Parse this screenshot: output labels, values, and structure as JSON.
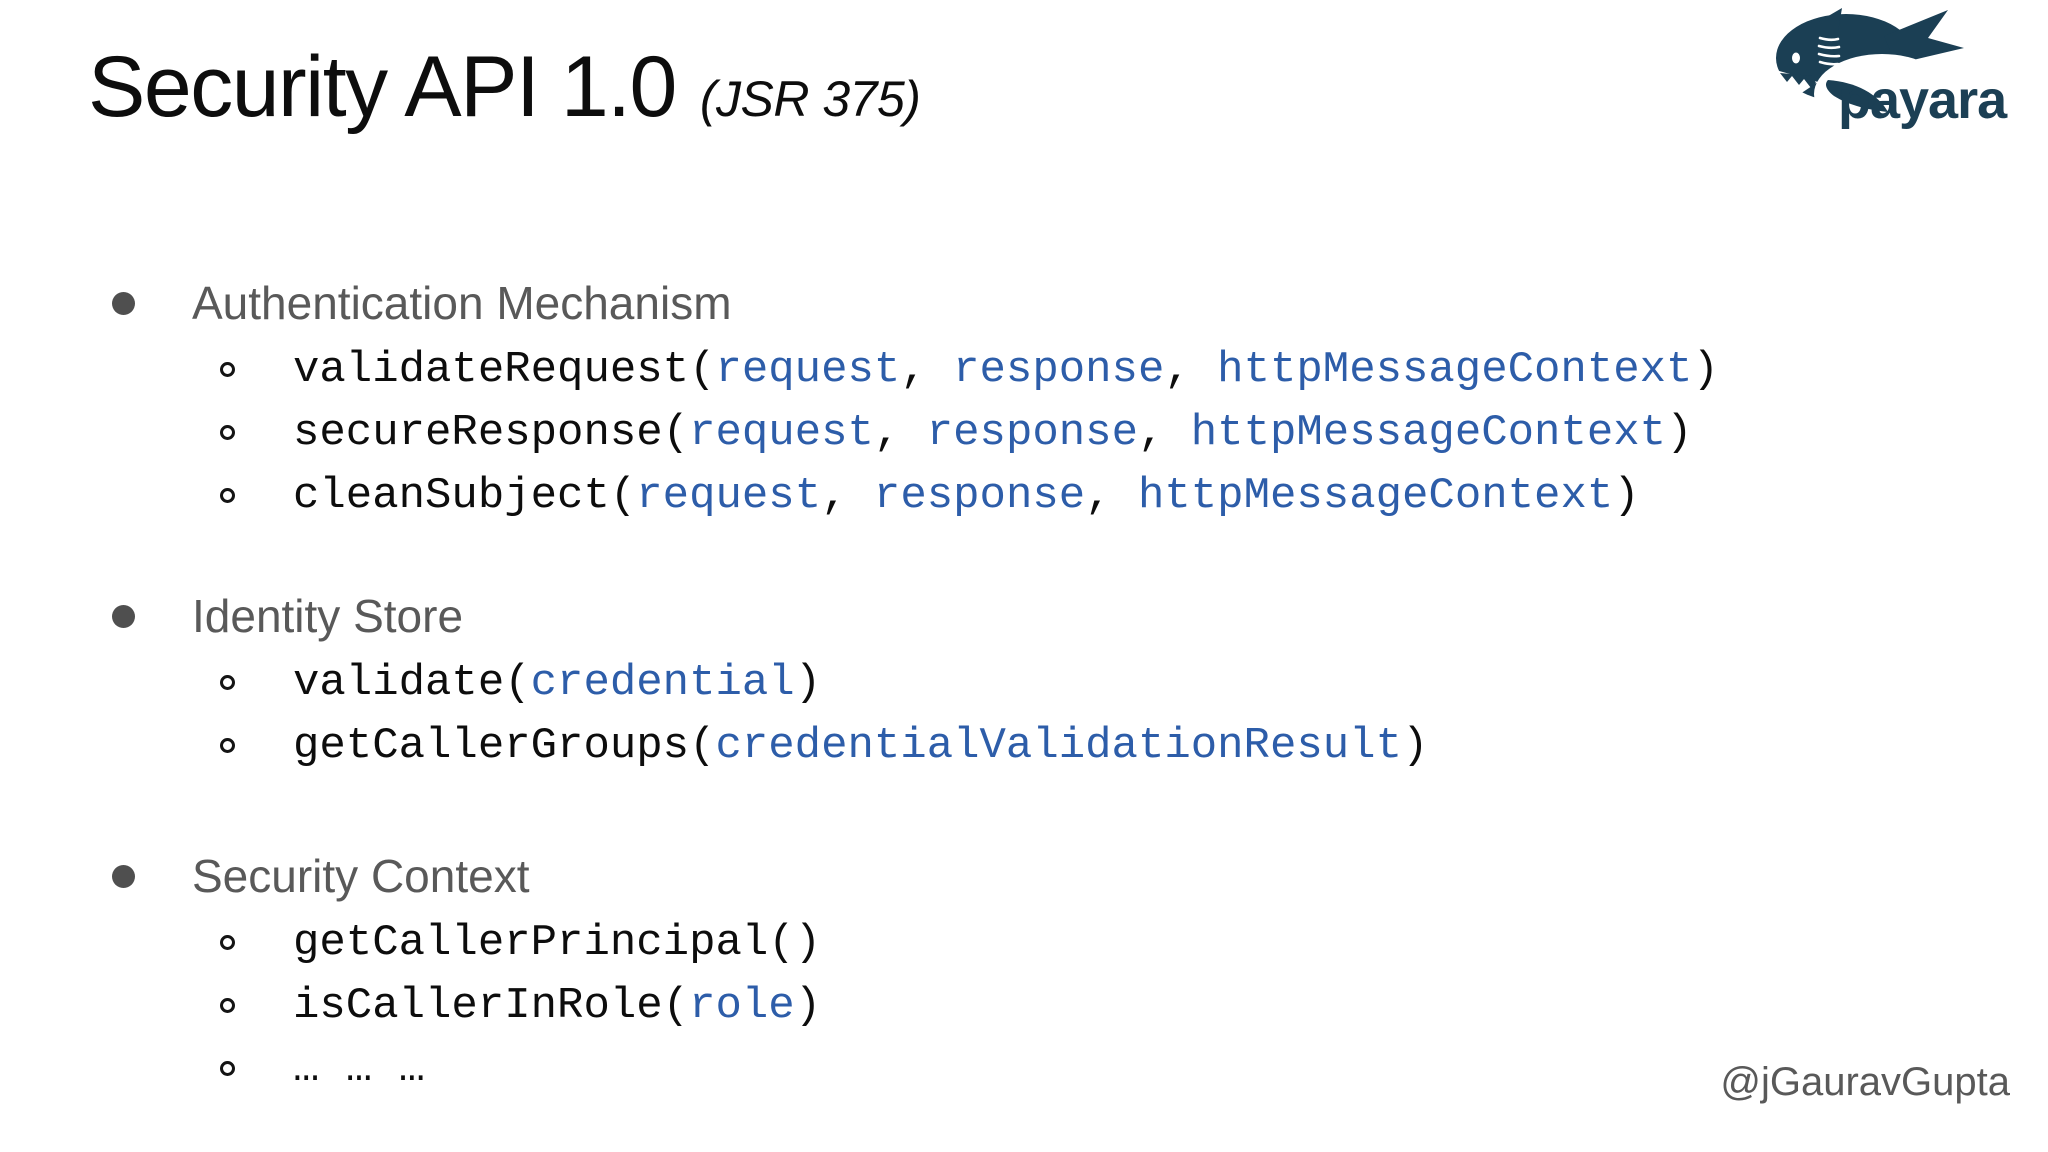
{
  "title": {
    "text": "Security API 1.0",
    "suffix": "(JSR 375)"
  },
  "logo": {
    "brand": "payara",
    "fish_icon": "payara-fish-icon",
    "color": "#1b3f54"
  },
  "footer": {
    "handle": "@jGauravGupta"
  },
  "colors": {
    "background": "#ffffff",
    "heading": "#595959",
    "bullet": "#4f4f4f",
    "code": "#0d0d0d",
    "param": "#2d5da9",
    "brand": "#1b3f54"
  },
  "sections": [
    {
      "heading": "Authentication Mechanism",
      "items": [
        [
          [
            "validateRequest(",
            "k"
          ],
          [
            "request",
            "p"
          ],
          [
            ", ",
            "k"
          ],
          [
            "response",
            "p"
          ],
          [
            ", ",
            "k"
          ],
          [
            "httpMessageContext",
            "p"
          ],
          [
            ")",
            "k"
          ]
        ],
        [
          [
            "secureResponse(",
            "k"
          ],
          [
            "request",
            "p"
          ],
          [
            ", ",
            "k"
          ],
          [
            "response",
            "p"
          ],
          [
            ", ",
            "k"
          ],
          [
            "httpMessageContext",
            "p"
          ],
          [
            ")",
            "k"
          ]
        ],
        [
          [
            "cleanSubject(",
            "k"
          ],
          [
            "request",
            "p"
          ],
          [
            ", ",
            "k"
          ],
          [
            "response",
            "p"
          ],
          [
            ", ",
            "k"
          ],
          [
            "httpMessageContext",
            "p"
          ],
          [
            ")",
            "k"
          ]
        ]
      ]
    },
    {
      "heading": "Identity Store",
      "items": [
        [
          [
            "validate(",
            "k"
          ],
          [
            "credential",
            "p"
          ],
          [
            ")",
            "k"
          ]
        ],
        [
          [
            "getCallerGroups(",
            "k"
          ],
          [
            "credentialValidationResult",
            "p"
          ],
          [
            ")",
            "k"
          ]
        ]
      ]
    },
    {
      "heading": "Security Context",
      "items": [
        [
          [
            "getCallerPrincipal()",
            "k"
          ]
        ],
        [
          [
            "isCallerInRole(",
            "k"
          ],
          [
            "role",
            "p"
          ],
          [
            ")",
            "k"
          ]
        ],
        [
          [
            "… … …",
            "k"
          ]
        ]
      ]
    }
  ]
}
